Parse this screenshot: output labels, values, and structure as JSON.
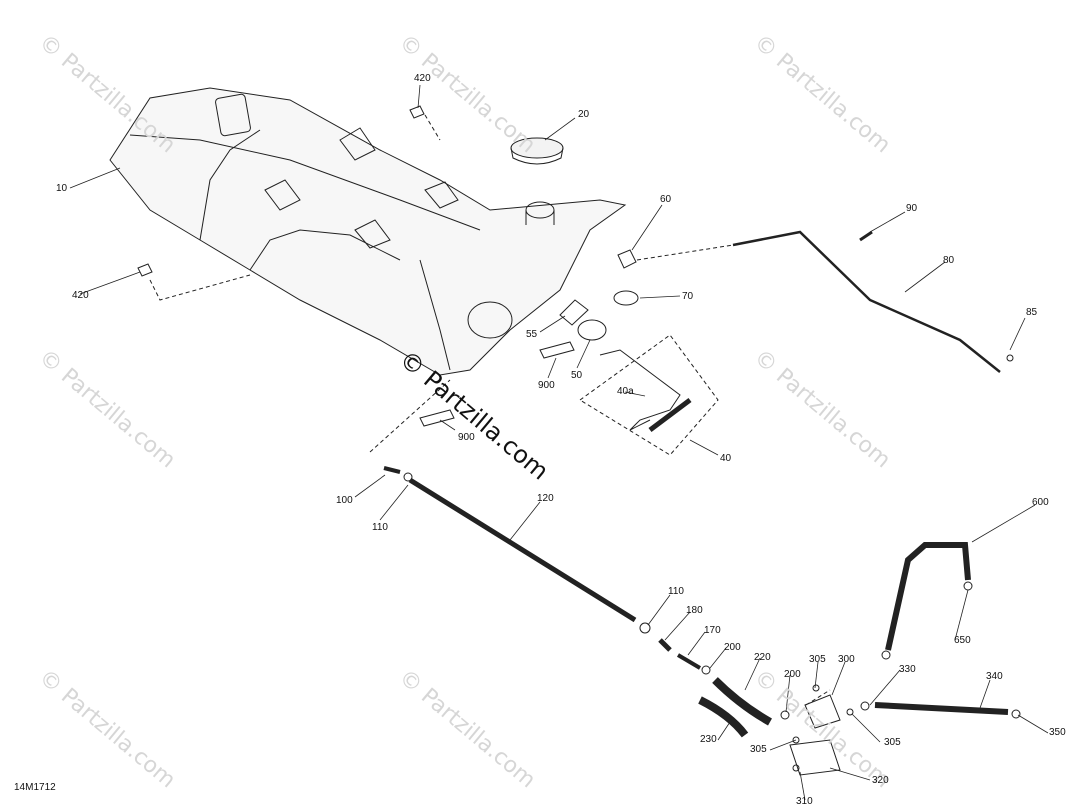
{
  "diagram": {
    "code": "14M1712",
    "watermark": "© Partzilla.com",
    "callouts": {
      "c420a": "420",
      "c420b": "420",
      "c20": "20",
      "c10": "10",
      "c60": "60",
      "c90": "90",
      "c80": "80",
      "c85": "85",
      "c70": "70",
      "c55": "55",
      "c900a": "900",
      "c50": "50",
      "c40a": "40a",
      "c900b": "900",
      "c40": "40",
      "c100": "100",
      "c110a": "110",
      "c120": "120",
      "c600": "600",
      "c110b": "110",
      "c180": "180",
      "c170": "170",
      "c200a": "200",
      "c220": "220",
      "c200b": "200",
      "c305a": "305",
      "c300": "300",
      "c330": "330",
      "c650": "650",
      "c340": "340",
      "c350": "350",
      "c230": "230",
      "c305b": "305",
      "c305c": "305",
      "c320": "320",
      "c310": "310"
    }
  }
}
